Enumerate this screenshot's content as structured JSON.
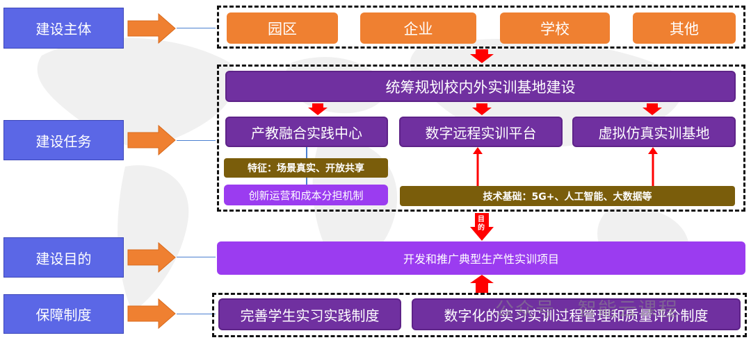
{
  "sidebar": {
    "items": [
      {
        "label": "建设主体"
      },
      {
        "label": "建设任务"
      },
      {
        "label": "建设目的"
      },
      {
        "label": "保障制度"
      }
    ]
  },
  "subjects": {
    "items": [
      {
        "label": "园区"
      },
      {
        "label": "企业"
      },
      {
        "label": "学校"
      },
      {
        "label": "其他"
      }
    ]
  },
  "tasks": {
    "header": "统筹规划校内外实训基地建设",
    "centers": [
      {
        "label": "产教融合实践中心"
      },
      {
        "label": "数字远程实训平台"
      },
      {
        "label": "虚拟仿真实训基地"
      }
    ],
    "feature": "特征：场景真实、开放共享",
    "mechanism": "创新运营和成本分担机制",
    "tech_basis": "技术基础：5G+、人工智能、大数据等"
  },
  "purpose": {
    "arrow_label": "目的",
    "label": "开发和推广典型生产性实训项目"
  },
  "system": {
    "items": [
      {
        "label": "完善学生实习实践制度"
      },
      {
        "label": "数字化的实习实训过程管理和质量评价制度"
      }
    ]
  },
  "watermark": {
    "text": "公众号 · 智能云课程"
  },
  "colors": {
    "sidebar": "#5b67e6",
    "subject": "#ef8031",
    "task": "#7030a0",
    "feature": "#7a5d0b",
    "purpose": "#9b3cf0",
    "arrow_red": "#ff0000"
  }
}
